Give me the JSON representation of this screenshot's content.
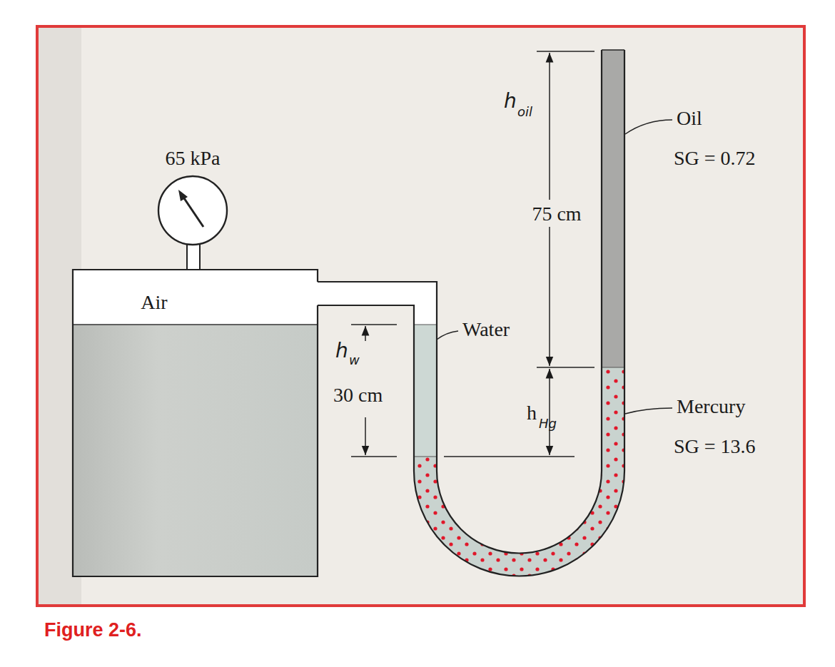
{
  "diagram": {
    "caption": "Figure 2-6.",
    "labels": [
      "65 kPa",
      "Air",
      "h",
      "w",
      "30 cm",
      "Water",
      "h",
      "oil",
      "75 cm",
      "Oil",
      "SG = 0.72",
      "h",
      "Hg",
      "Mercury",
      "SG = 13.6"
    ]
  }
}
